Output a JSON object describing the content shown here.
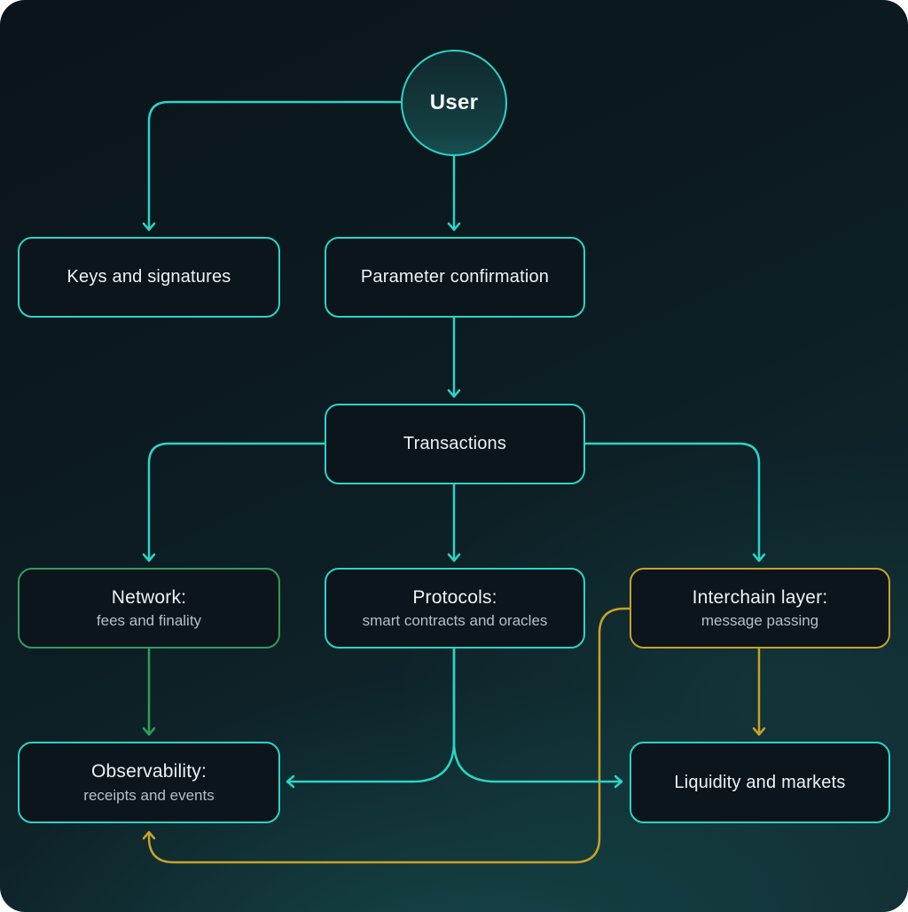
{
  "diagram": {
    "nodes": {
      "user": {
        "label": "User"
      },
      "keys": {
        "label": "Keys and signatures"
      },
      "parameter": {
        "label": "Parameter confirmation"
      },
      "transactions": {
        "label": "Transactions"
      },
      "network": {
        "title": "Network:",
        "subtitle": "fees and finality"
      },
      "protocols": {
        "title": "Protocols:",
        "subtitle": "smart contracts and oracles"
      },
      "interchain": {
        "title": "Interchain layer:",
        "subtitle": "message passing"
      },
      "observability": {
        "title": "Observability:",
        "subtitle": "receipts and events"
      },
      "liquidity": {
        "label": "Liquidity and markets"
      }
    },
    "edges": [
      {
        "from": "user",
        "to": "keys",
        "color": "teal"
      },
      {
        "from": "user",
        "to": "parameter",
        "color": "teal"
      },
      {
        "from": "parameter",
        "to": "transactions",
        "color": "teal"
      },
      {
        "from": "transactions",
        "to": "network",
        "color": "teal"
      },
      {
        "from": "transactions",
        "to": "protocols",
        "color": "teal"
      },
      {
        "from": "transactions",
        "to": "interchain",
        "color": "teal"
      },
      {
        "from": "network",
        "to": "observability",
        "color": "green"
      },
      {
        "from": "interchain",
        "to": "liquidity",
        "color": "gold"
      },
      {
        "from": "protocols",
        "to": "observability",
        "color": "teal"
      },
      {
        "from": "protocols",
        "to": "liquidity",
        "color": "teal"
      },
      {
        "from": "interchain",
        "to": "observability",
        "color": "gold"
      }
    ],
    "colors": {
      "teal": "#2bd4c6",
      "green": "#2f9e5a",
      "gold": "#c9a227",
      "box_fill": "#0c141c",
      "text_primary": "#eef3f4",
      "text_secondary": "#b4c0c4"
    }
  }
}
